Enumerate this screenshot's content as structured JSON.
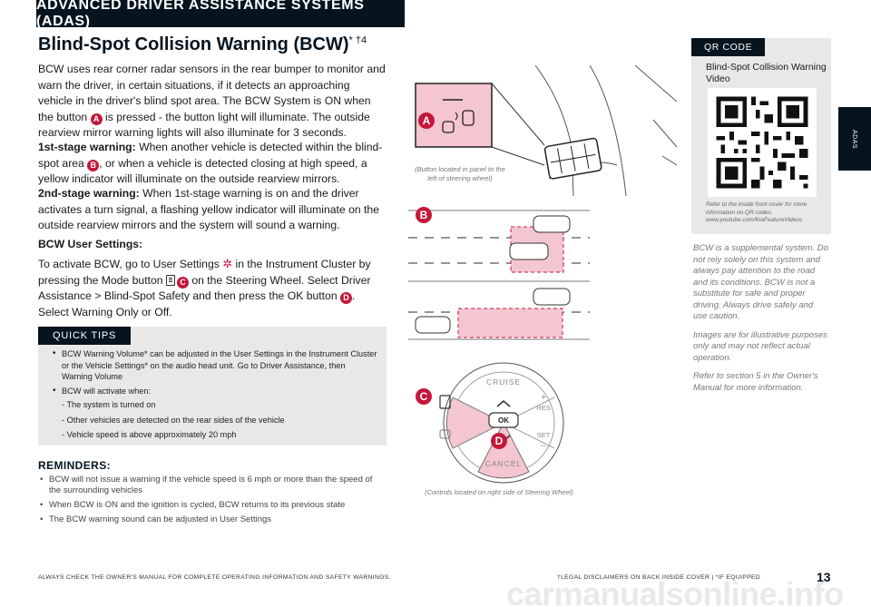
{
  "header": {
    "section": "ADVANCED DRIVER ASSISTANCE SYSTEMS (ADAS)",
    "side_tab": "ADAS"
  },
  "title": {
    "main": "Blind-Spot Collision Warning (BCW)",
    "marks": "* †4"
  },
  "intro": {
    "p1": "BCW uses rear corner radar sensors in the rear bumper to monitor and warn the driver, in certain situations, if it detects an approaching vehicle in the driver's blind spot area. The BCW System is ON when the button",
    "p1_badge": "A",
    "p1_end": "is pressed - the button light will illuminate. The outside rearview mirror warning lights will also illuminate for 3 seconds."
  },
  "stage1": {
    "label": "1st-stage warning:",
    "text": "When another vehicle is detected within the blind-spot area",
    "badge": "B",
    "text_end": ", or when a vehicle is detected closing at high speed, a yellow indicator will illuminate on the outside rearview mirrors."
  },
  "stage2": {
    "label": "2nd-stage warning:",
    "text": "When 1st-stage warning is on and the driver activates a turn signal, a flashing yellow indicator will illuminate on the outside rearview mirrors and the system will sound a warning."
  },
  "settings": {
    "heading": "BCW User Settings:",
    "t1": "To activate BCW, go to User Settings",
    "t2": "in the Instrument Cluster by pressing the Mode button",
    "badge_c": "C",
    "t3": "on the Steering Wheel. Select Driver Assistance > Blind-Spot Safety and then press the OK button",
    "badge_d": "D",
    "t4": ". Select Warning Only or Off."
  },
  "quick_tips": {
    "label": "QUICK TIPS",
    "items": [
      "BCW Warning Volume* can be adjusted in the User Settings in the Instrument Cluster or the Vehicle Settings* on the audio head unit. Go to Driver Assistance, then Warning Volume",
      "BCW will activate when:"
    ],
    "subitems": [
      "- The system is turned on",
      "- Other vehicles are detected on the rear sides of the vehicle",
      "- Vehicle speed is above approximately 20 mph"
    ]
  },
  "reminders": {
    "heading": "REMINDERS:",
    "items": [
      "BCW will not issue a warning if the vehicle speed is 6 mph or more than the speed of the surrounding vehicles",
      "When BCW is ON and the ignition is cycled, BCW returns to its previous state",
      "The BCW warning sound can be adjusted in User Settings"
    ]
  },
  "diagram_a": {
    "badge": "A",
    "caption": "(Button located in panel to the left of steering wheel)"
  },
  "diagram_b": {
    "badge": "B"
  },
  "steering": {
    "cruise": "CRUISE",
    "res": "RES",
    "plus": "+",
    "ok": "OK",
    "set": "SET",
    "minus": "—",
    "cancel": "CANCEL",
    "badge_c": "C",
    "badge_d": "D",
    "caption": "(Controls located on right side of Steering Wheel)"
  },
  "qr": {
    "label": "QR CODE",
    "title": "Blind-Spot Collision Warning Video",
    "note": "Refer to the inside front cover for more information on QR codes. www.youtube.com/KiaFeatureVideos"
  },
  "side_notes": [
    "BCW is a supplemental system. Do not rely solely on this system and always pay attention to the road and its conditions. BCW is not a substitute for safe and proper driving. Always drive safely and use caution.",
    "Images are for illustrative purposes only and may not reflect actual operation.",
    "Refer to section 5 in the Owner's Manual for more information."
  ],
  "footer": {
    "left": "ALWAYS CHECK THE OWNER'S MANUAL FOR COMPLETE OPERATING INFORMATION AND SAFETY WARNINGS.",
    "right": "†LEGAL DISCLAIMERS ON BACK INSIDE COVER | *IF EQUIPPED",
    "page": "13",
    "watermark": "carmanualsonline.info"
  },
  "colors": {
    "navy": "#05141f",
    "accent_red": "#c4173b",
    "warning_pink": "#f4c6d0",
    "panel_gray": "#e8e8e8"
  }
}
